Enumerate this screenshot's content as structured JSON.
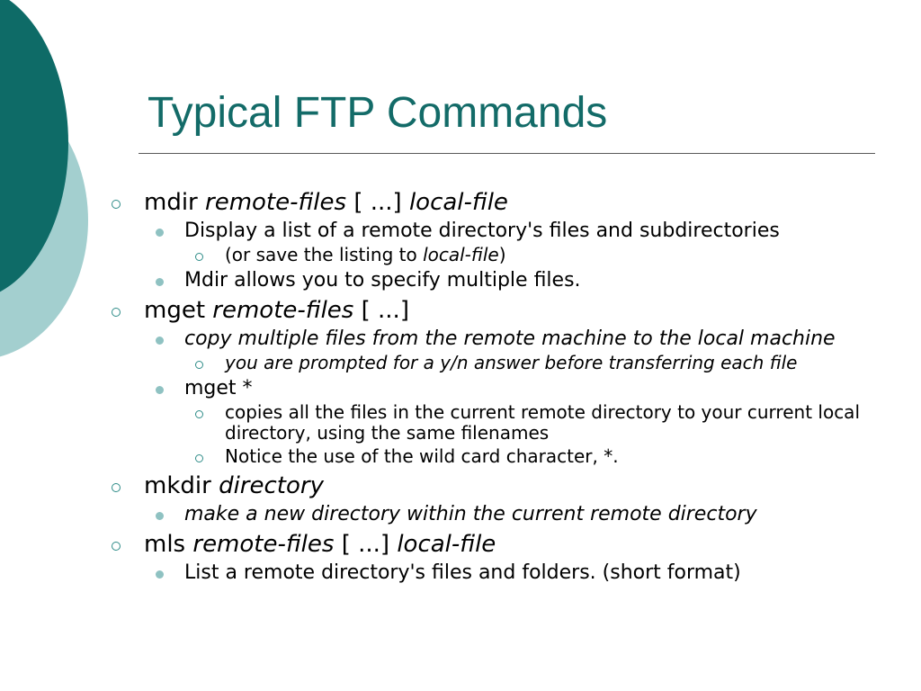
{
  "slide": {
    "title": "Typical FTP Commands",
    "colors": {
      "title": "#136b68",
      "circle_dark": "#0e6b67",
      "circle_light": "#a3cfcf",
      "bullet_teal": "#2e8c88",
      "bullet_light": "#8fc2c2"
    },
    "icons": {
      "level1_bullet": "hollow-circle-icon",
      "level2_bullet": "filled-dot-icon",
      "level3_bullet": "hollow-circle-icon"
    },
    "items": [
      {
        "cmd": "mdir",
        "arg1": "remote-files",
        "mid": " [ ...] ",
        "arg2": "local-file",
        "subs": [
          {
            "text": "Display a list of a remote directory's files and subdirectories",
            "subs": [
              {
                "pre": "(or save the listing to ",
                "em": "local-file",
                "post": ")"
              }
            ]
          },
          {
            "text": "Mdir allows you to specify multiple files."
          }
        ]
      },
      {
        "cmd": "mget",
        "arg1": "remote-files",
        "mid": " [ ...]",
        "subs": [
          {
            "text": "copy multiple files from the remote machine to the local machine",
            "subs": [
              {
                "text": "you are prompted for a y/n answer before transferring each file"
              }
            ]
          },
          {
            "text": "mget *",
            "subs": [
              {
                "text": "copies all the files in the current remote directory to your current local directory, using the same filenames"
              },
              {
                "text": "Notice the use of the wild card character, *."
              }
            ]
          }
        ]
      },
      {
        "cmd": "mkdir",
        "arg1": "directory",
        "subs": [
          {
            "text": "make a new directory within the current remote directory"
          }
        ]
      },
      {
        "cmd": "mls",
        "arg1": "remote-files",
        "mid": " [ ...] ",
        "arg2": "local-file",
        "subs": [
          {
            "text": "List a remote directory's files and folders. (short format)"
          }
        ]
      }
    ]
  }
}
